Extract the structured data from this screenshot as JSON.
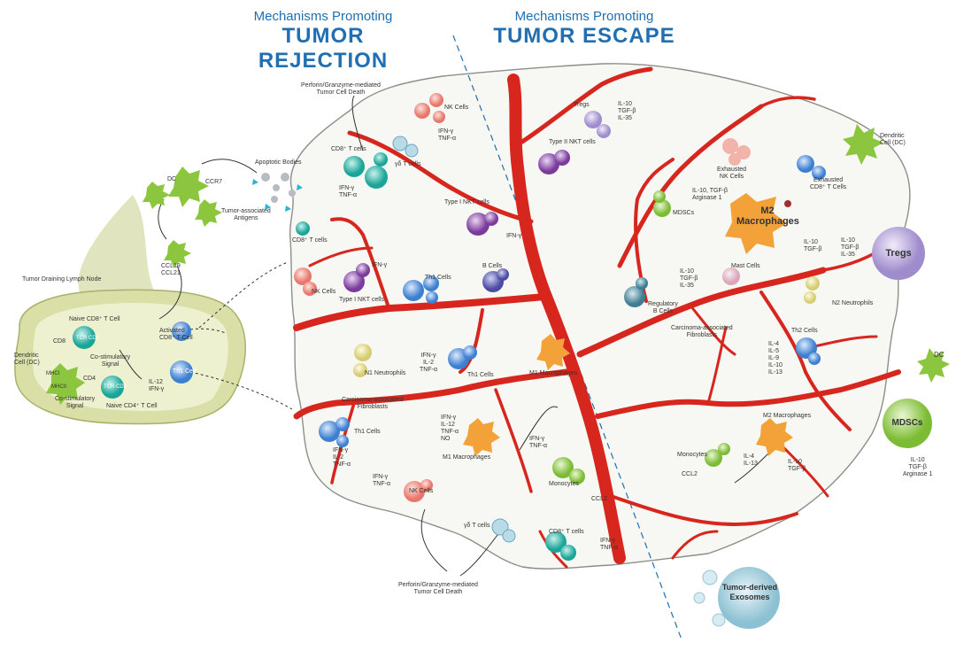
{
  "headers": {
    "left_sub": "Mechanisms Promoting",
    "left_main": "TUMOR REJECTION",
    "right_sub": "Mechanisms Promoting",
    "right_main": "TUMOR ESCAPE"
  },
  "lymph": {
    "title": "Tumor Draining Lymph Node",
    "naive_cd8": "Naive CD8⁺ T Cell",
    "cd8": "CD8",
    "tcr_cd3_a": "TCR CD3",
    "costim_a": "Co-stimulatory\nSignal",
    "dendritic": "Dendritic\nCell (DC)",
    "mhci": "MHCI",
    "mhcii": "MHCII",
    "cd4": "CD4",
    "tcr_cd3_b": "TCR CD3",
    "costim_b": "Co-stimulatory\nSignal",
    "naive_cd4": "Naive CD4⁺ T Cell",
    "activated_cd8": "Activated\nCD8⁺ T Cell",
    "th1": "Th1 Cell",
    "il12": "IL-12\nIFN-γ"
  },
  "top_left": {
    "dc": "DC",
    "ccr7": "CCR7",
    "apoptotic": "Apoptotic Bodies",
    "antigens": "Tumor-associated\nAntigens",
    "ccl19": "CCL19\nCCL21"
  },
  "rejection": {
    "perforin_top": "Perforin/Granzyme-mediated\nTumor Cell Death",
    "nk_cells_top": "NK Cells",
    "ifn_tnf_top": "IFN-γ\nTNF-α",
    "cd8_t_cells": "CD8⁺ T cells",
    "gd_t_cells": "γδ T cells",
    "ifn_tnf_cd8": "IFN-γ\nTNF-α",
    "type2_nkt": "Type II NKT cells",
    "type1_nkt_top": "Type I NKT cells",
    "ifn_g_a": "IFN-γ",
    "cd8_t_cells_b": "CD8⁺ T cells",
    "ifn_g_b": "IFN-γ",
    "nk_cells_b": "NK Cells",
    "type1_nkt_b": "Type I NKT cells",
    "th1_cells_a": "Th1 Cells",
    "b_cells": "B Cells",
    "n1_neutrophils": "N1 Neutrophils",
    "ifn_il2_tnf_a": "IFN-γ\nIL-2\nTNF-α",
    "th1_cells_b": "Th1 Cells",
    "m1_macro_a": "M1 Macrophages",
    "caf_left": "Carcinoma-associated\nFibroblasts",
    "th1_cells_c": "Th1 Cells",
    "ifn_il2_tnf_b": "IFN-γ\nIL-2\nTNF-α",
    "ifn_il12": "IFN-γ\nIL-12\nTNF-α\nNO",
    "m1_macro_b": "M1 Macrophages",
    "ifn_tnf_m1": "IFN-γ\nTNF-α",
    "ifn_tnf_nk": "IFN-γ\nTNF-α",
    "nk_cells_c": "NK Cells",
    "gd_t_cells_b": "γδ T cells",
    "perforin_bottom": "Perforin/Granzyme-mediated\nTumor Cell Death",
    "monocytes": "Monocytes",
    "ccl2": "CCL2",
    "cd8_t_cells_c": "CD8⁺ T cells",
    "ifn_tnf_c": "IFN-γ\nTNF-α"
  },
  "escape": {
    "tregs_small": "Tregs",
    "il10_tgf_il35": "IL-10\nTGF-β\nIL-35",
    "exhausted_nk": "Exhausted\nNK Cells",
    "exhausted_cd8": "Exhausted\nCD8⁺ T Cells",
    "dendritic_dc": "Dendritic\nCell (DC)",
    "mdscs_small": "MDSCs",
    "il10_arg": "IL-10, TGF-β\nArginase 1",
    "m2_big": "M2\nMacrophages",
    "il10_tgf_a": "IL-10\nTGF-β",
    "il10_tgf_il35_b": "IL-10\nTGF-β\nIL-35",
    "tregs_big": "Tregs",
    "il10_tgf_il35_c": "IL-10\nTGF-β\nIL-35",
    "mast": "Mast Cells",
    "regulatory_b": "Regulatory\nB Cells",
    "caf_right": "Carcinoma-associated\nFibroblasts",
    "n2_neutrophils": "N2 Neutrophils",
    "th2_cells": "Th2 Cells",
    "il4_list": "IL-4\nIL-5\nIL-9\nIL-10\nIL-13",
    "dc_right": "DC",
    "mdscs_big": "MDSCs",
    "m2_macro_small": "M2 Macrophages",
    "monocytes_b": "Monocytes",
    "ccl2_b": "CCL2",
    "il4_il13": "IL-4\nIL-13",
    "il10_tgf_b": "IL-10\nTGF-β",
    "il10_tgf_arg": "IL-10\nTGF-β\nArginase 1",
    "exosomes": "Tumor-derived\nExosomes"
  },
  "colors": {
    "header_blue": "#1f6fb2",
    "vessel_red": "#d7261e",
    "tumor_fill": "#f7f7f3",
    "lymph_fill": "#d9dfa6",
    "nk_red": "#ef8f86",
    "cd8_teal": "#25b3a6",
    "th1_blue": "#4e8fd6",
    "nkt_purple": "#8a4aa8",
    "macro_orange": "#f3a23a",
    "mono_green": "#8cc63f",
    "treg_lilac": "#b7a6d8"
  }
}
